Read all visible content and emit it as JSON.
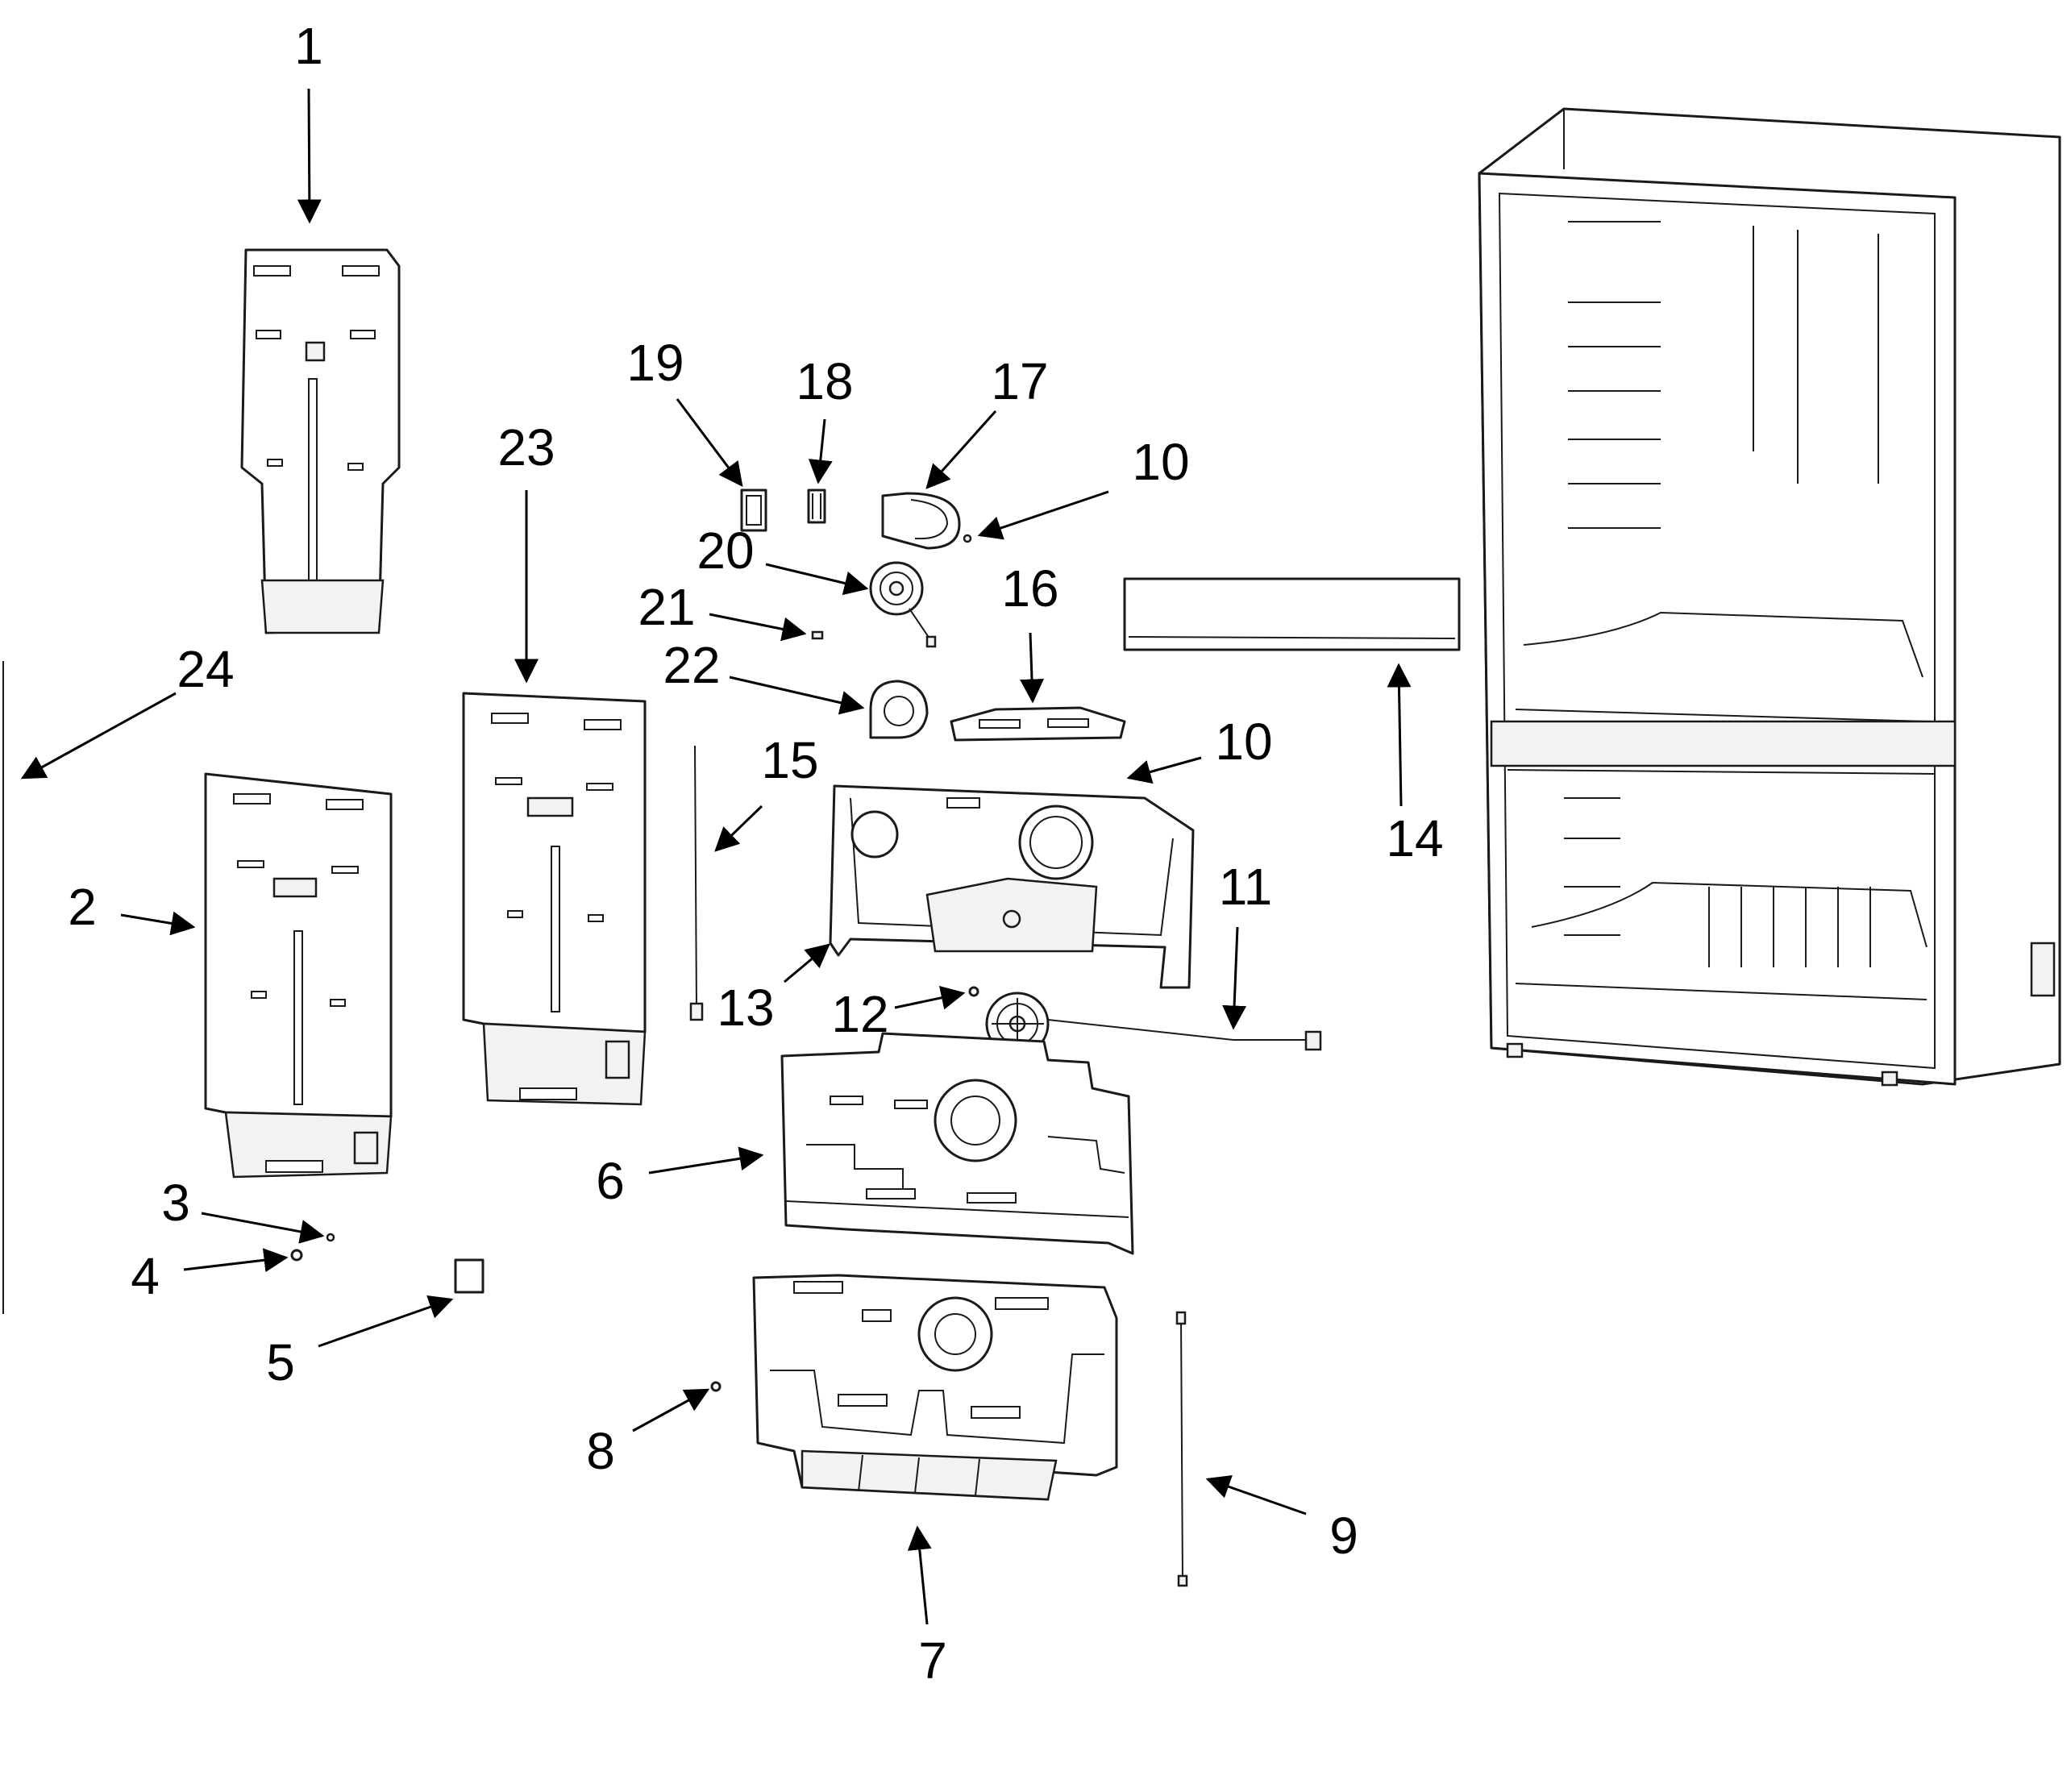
{
  "callouts": {
    "c1": "1",
    "c2": "2",
    "c3": "3",
    "c4": "4",
    "c5": "5",
    "c6": "6",
    "c7": "7",
    "c8": "8",
    "c9": "9",
    "c10a": "10",
    "c10b": "10",
    "c11": "11",
    "c12": "12",
    "c13": "13",
    "c14": "14",
    "c15": "15",
    "c16": "16",
    "c17": "17",
    "c18": "18",
    "c19": "19",
    "c20": "20",
    "c21": "21",
    "c22": "22",
    "c23": "23",
    "c24": "24"
  },
  "colors": {
    "line": "#1a1a1a",
    "background": "#ffffff"
  }
}
